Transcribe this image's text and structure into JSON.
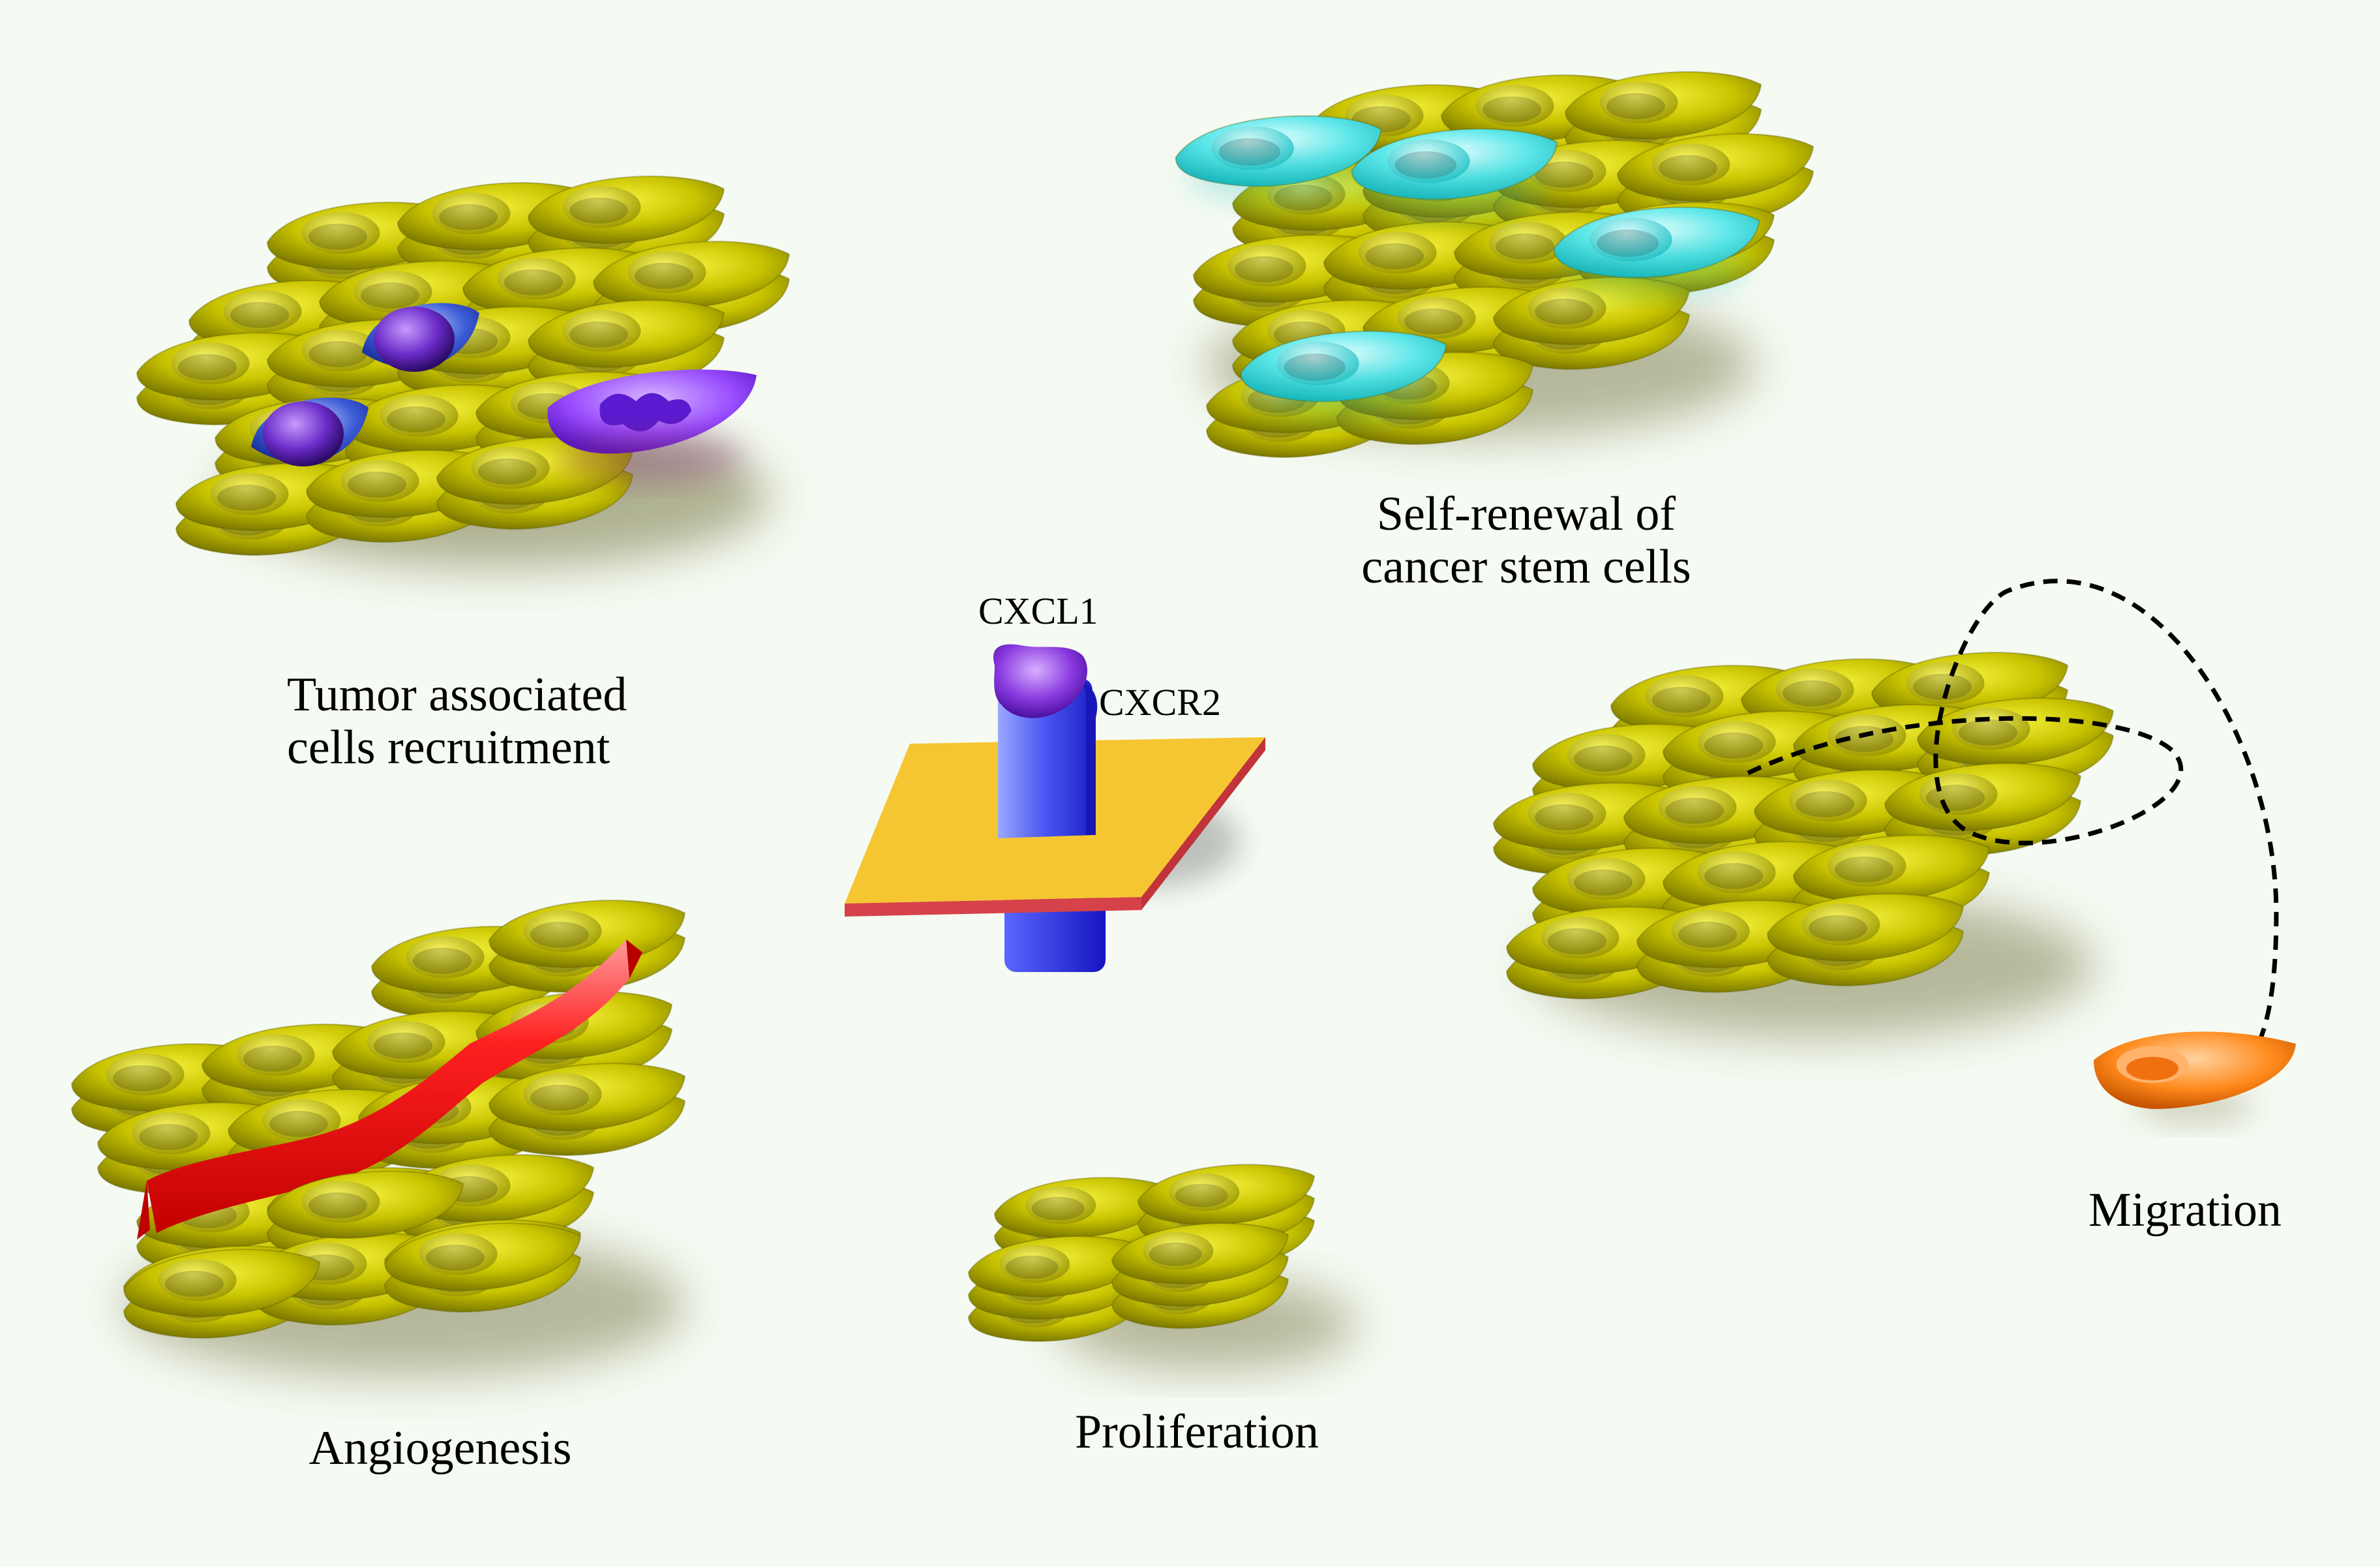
{
  "receptor": {
    "ligand_label": "CXCL1",
    "receptor_label": "CXCR2"
  },
  "panels": {
    "recruitment": {
      "line1": "Tumor associated",
      "line2": "cells recruitment"
    },
    "self_renewal": {
      "line1": "Self-renewal of",
      "line2": "cancer stem cells"
    },
    "migration": {
      "label": "Migration"
    },
    "angiogenesis": {
      "label": "Angiogenesis"
    },
    "proliferation": {
      "label": "Proliferation"
    }
  },
  "colors": {
    "background": "#f5faf2",
    "tumor_cell": "#c9c400",
    "tumor_cell_dark": "#8f8c00",
    "recruited_cell": "#3b5bd6",
    "recruited_nucleus": "#6a2bc7",
    "neutrophil": "#9a4dff",
    "stem_cell": "#40e0e0",
    "migrating_cell": "#ff8a1c",
    "vessel": "#ff1a1a",
    "membrane": "#f5c631",
    "membrane_edge": "#d6424a",
    "receptor": "#3a3af0",
    "ligand": "#8a3ae0"
  }
}
